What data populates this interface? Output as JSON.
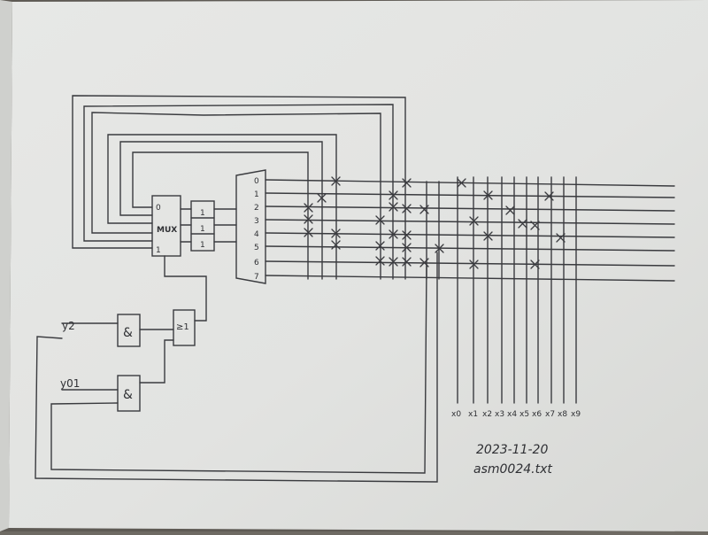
{
  "diagram": {
    "mux": {
      "label": "MUX",
      "select_0": "0",
      "select_1": "1"
    },
    "register_bits": [
      "1",
      "1",
      "1"
    ],
    "demux_outputs": [
      "0",
      "1",
      "2",
      "3",
      "4",
      "5",
      "6",
      "7"
    ],
    "inputs": {
      "y2": "y2",
      "y01": "y01"
    },
    "gates": {
      "and_top": "&",
      "and_bottom": "&",
      "or": "≥1"
    },
    "column_labels": [
      "x0",
      "x1",
      "x2",
      "x3",
      "x4",
      "x5",
      "x6",
      "x7",
      "x8",
      "x9"
    ]
  },
  "note": {
    "date": "2023-11-20",
    "filename": "asm0024.txt"
  }
}
